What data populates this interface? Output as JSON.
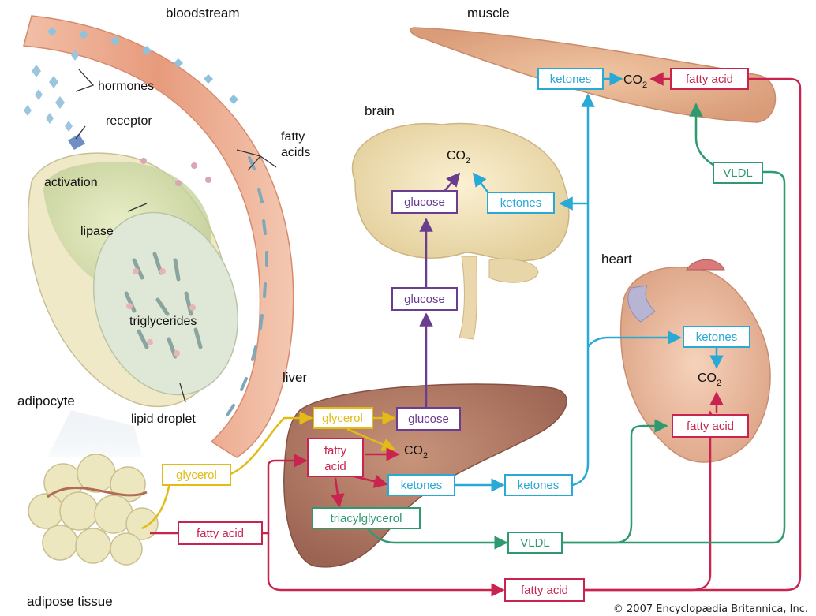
{
  "organs": {
    "bloodstream": "bloodstream",
    "muscle": "muscle",
    "brain": "brain",
    "heart": "heart",
    "liver": "liver",
    "adipocyte": "adipocyte",
    "adipose_tissue": "adipose tissue"
  },
  "annotations": {
    "hormones": "hormones",
    "receptor": "receptor",
    "fatty_acids_line1": "fatty",
    "fatty_acids_line2": "acids",
    "activation": "activation",
    "lipase": "lipase",
    "triglycerides": "triglycerides",
    "lipid_droplet": "lipid droplet"
  },
  "boxes": {
    "muscle_ketones": "ketones",
    "muscle_fatty_acid": "fatty acid",
    "muscle_vldl": "VLDL",
    "brain_glucose": "glucose",
    "brain_ketones": "ketones",
    "mid_glucose": "glucose",
    "heart_ketones": "ketones",
    "heart_fatty_acid": "fatty acid",
    "liver_glycerol": "glycerol",
    "liver_glucose": "glucose",
    "liver_fatty_acid_line1": "fatty",
    "liver_fatty_acid_line2": "acid",
    "liver_ketones": "ketones",
    "liver_triacylglycerol": "triacylglycerol",
    "ketones_out": "ketones",
    "vldl_bottom": "VLDL",
    "adipose_glycerol": "glycerol",
    "adipose_fatty_acid": "fatty acid",
    "bottom_fatty_acid": "fatty acid"
  },
  "co2": {
    "base": "CO",
    "sub": "2"
  },
  "colors": {
    "ketones": "#29a9d6",
    "fatty_acid": "#c8244f",
    "glucose": "#6a3d8f",
    "glycerol": "#e2bb18",
    "vldl": "#2f9a6f"
  },
  "credit": "© 2007 Encyclopædia Britannica, Inc."
}
